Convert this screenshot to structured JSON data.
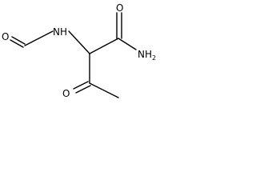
{
  "molecule": {
    "atoms": {
      "formyl_oxygen": "O",
      "amide_nitrogen": "N",
      "amide_hydrogen": "H",
      "carboxamide_oxygen": "O",
      "carboxamide_nitrogen": "N",
      "carboxamide_hydrogen": "H",
      "carboxamide_hydrogen_count": "2",
      "ketone_oxygen": "O"
    }
  },
  "colors": {
    "bond": "#000000",
    "text": "#000000",
    "background": "#ffffff"
  }
}
